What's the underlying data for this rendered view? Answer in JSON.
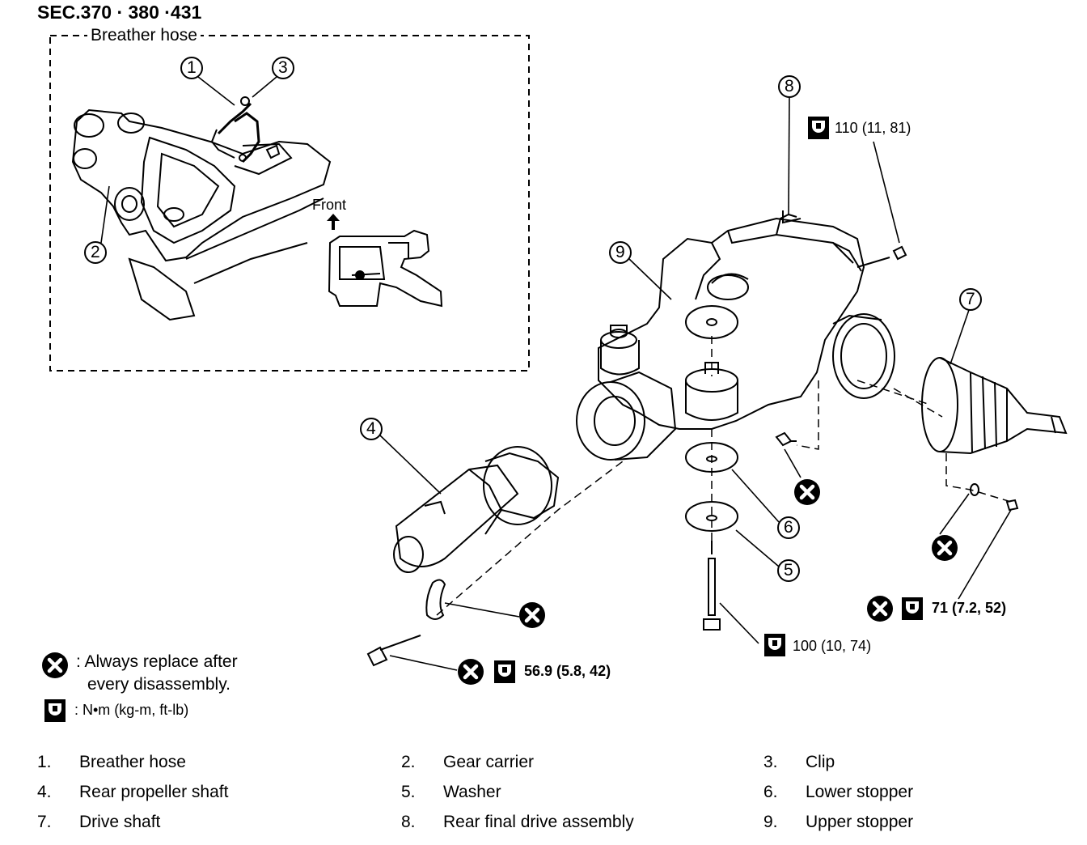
{
  "header": {
    "section": "SEC.370 · 380 ·431"
  },
  "inset": {
    "title": "Breather hose",
    "front": "Front"
  },
  "callouts": [
    "1",
    "2",
    "3",
    "4",
    "5",
    "6",
    "7",
    "8",
    "9"
  ],
  "torque": {
    "t110": "110 (11, 81)",
    "t71": "71 (7.2, 52)",
    "t100": "100 (10, 74)",
    "t569": "56.9 (5.8, 42)"
  },
  "legend": {
    "replace_line1": ": Always replace after",
    "replace_line2": "every disassembly.",
    "units": ":  N•m  (kg-m,  ft-lb)"
  },
  "parts": [
    {
      "num": "1.",
      "name": "Breather hose"
    },
    {
      "num": "2.",
      "name": "Gear carrier"
    },
    {
      "num": "3.",
      "name": "Clip"
    },
    {
      "num": "4.",
      "name": "Rear propeller shaft"
    },
    {
      "num": "5.",
      "name": "Washer"
    },
    {
      "num": "6.",
      "name": "Lower stopper"
    },
    {
      "num": "7.",
      "name": "Drive shaft"
    },
    {
      "num": "8.",
      "name": "Rear final drive assembly"
    },
    {
      "num": "9.",
      "name": "Upper stopper"
    }
  ]
}
